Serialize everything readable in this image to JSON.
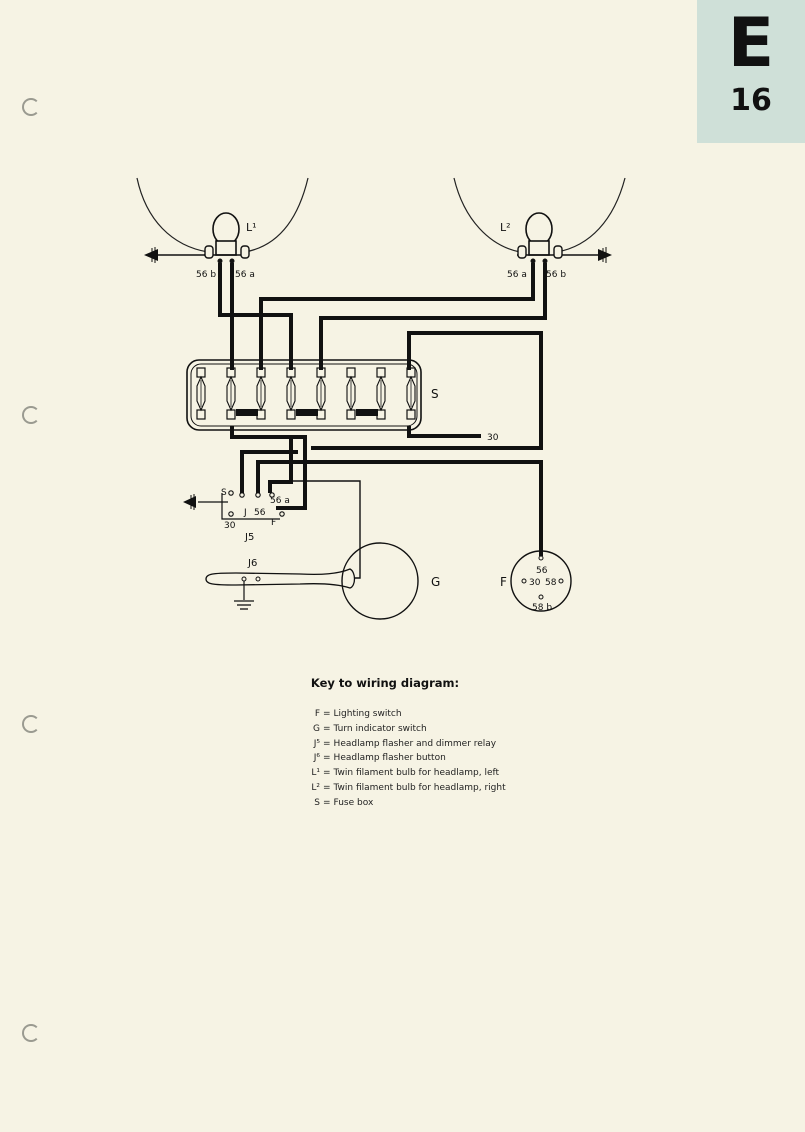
{
  "tab": {
    "letter": "E",
    "number": "16"
  },
  "diagram": {
    "labels": {
      "L1": "L¹",
      "L2": "L²",
      "t56b_left": "56 b",
      "t56a_left": "56 a",
      "t56a_right": "56 a",
      "t56b_right": "56 b",
      "S": "S",
      "t30_fuse": "30",
      "j5_S": "S",
      "j5_J": "J",
      "j5_56": "56",
      "j5_56a": "56 a",
      "j5_30": "30",
      "j5_F": "F",
      "J5": "J5",
      "J6": "J6",
      "G": "G",
      "F": "F",
      "f_56": "56",
      "f_30": "30",
      "f_58": "58",
      "f_58b": "58 b"
    }
  },
  "key": {
    "title": "Key to wiring diagram:",
    "items": [
      {
        "code": "F",
        "text": "Lighting switch"
      },
      {
        "code": "G",
        "text": "Turn indicator switch"
      },
      {
        "code": "J⁵",
        "text": "Headlamp flasher and dimmer relay"
      },
      {
        "code": "J⁶",
        "text": "Headlamp flasher button"
      },
      {
        "code": "L¹",
        "text": "Twin filament bulb for headlamp, left"
      },
      {
        "code": "L²",
        "text": "Twin filament bulb for headlamp, right"
      },
      {
        "code": "S",
        "text": "Fuse box"
      }
    ]
  }
}
